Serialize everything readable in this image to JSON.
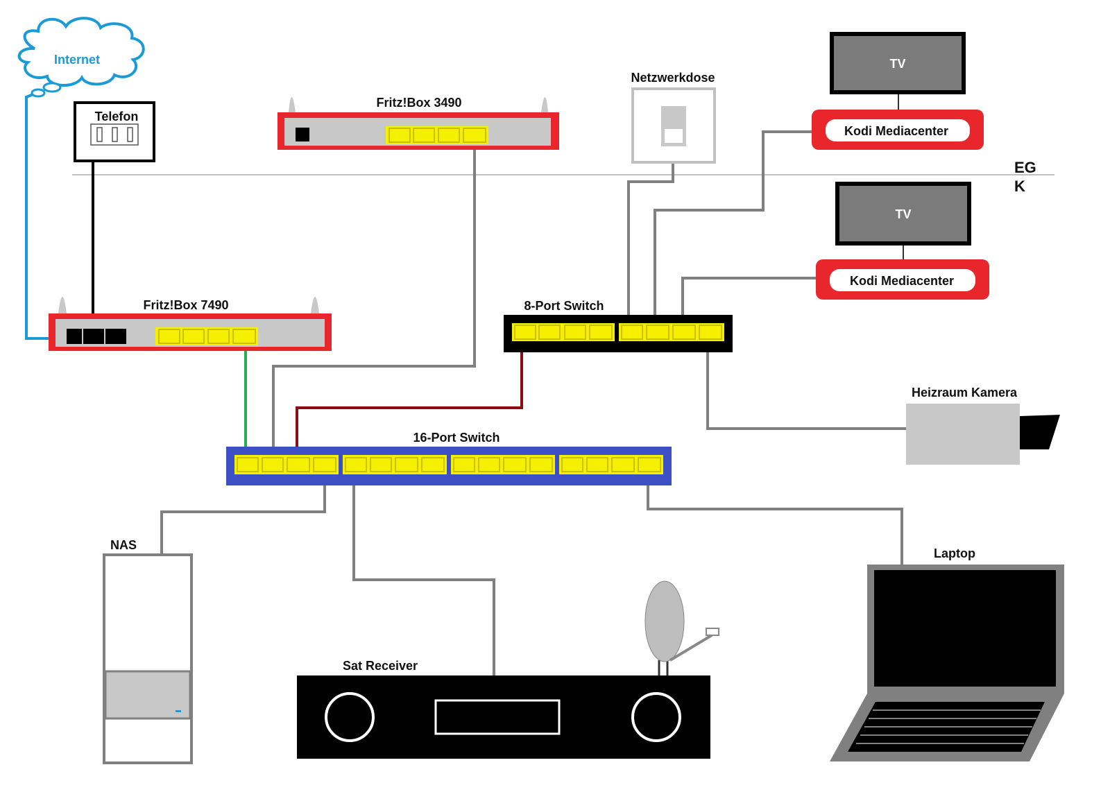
{
  "labels": {
    "internet": "Internet",
    "telefon": "Telefon",
    "fritzbox_3490": "Fritz!Box 3490",
    "fritzbox_7490": "Fritz!Box 7490",
    "netzwerkdose": "Netzwerkdose",
    "tv_top": "TV",
    "kodi_top": "Kodi Mediacenter",
    "tv_bottom": "TV",
    "kodi_bottom": "Kodi Mediacenter",
    "floor_eg": "EG",
    "floor_k": "K",
    "switch_8": "8-Port Switch",
    "switch_16": "16-Port Switch",
    "heizraum_kamera": "Heizraum Kamera",
    "nas": "NAS",
    "laptop": "Laptop",
    "sat_receiver": "Sat Receiver"
  },
  "colors": {
    "internet_cable": "#1a9bd7",
    "router_frame": "#e8262b",
    "router_body": "#c8c8c8",
    "port_fill": "#f5ef00",
    "port_border": "#c9c100",
    "switch16_body": "#3d4fc4",
    "switch8_body": "#000000",
    "cable_gray": "#808080",
    "cable_green": "#22b24c",
    "cable_darkred": "#8b0c12",
    "tv_screen": "#7b7b7b",
    "kodi_box": "#e8262b"
  }
}
